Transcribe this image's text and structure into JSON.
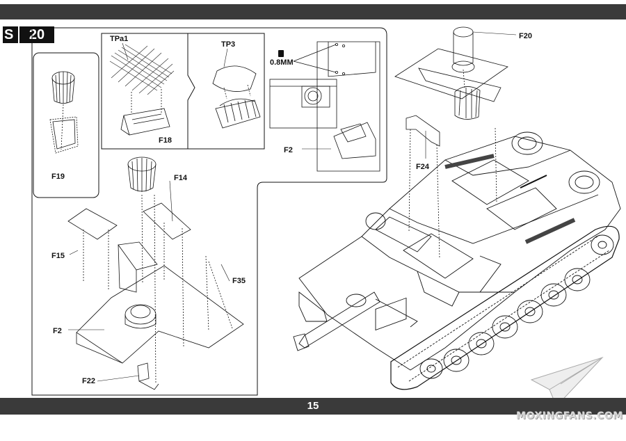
{
  "page": {
    "number": "15"
  },
  "step": {
    "number": "20",
    "previous_fragment": "S"
  },
  "sub_assemblies": {
    "cage_box": {
      "part": "F19"
    },
    "photo_etch_box": {
      "pe_left": "TPa1",
      "pe_right": "TP3",
      "part": "F18"
    },
    "drill_box": {
      "drill_size": "0.8MM",
      "part": "F2"
    }
  },
  "callouts": {
    "F14": "F14",
    "F15": "F15",
    "F35": "F35",
    "F2": "F2",
    "F22": "F22",
    "F24": "F24",
    "F20": "F20"
  },
  "watermark": {
    "text": "MOXINGFANS.COM"
  },
  "colors": {
    "bar": "#3a3a3a",
    "line": "#111111",
    "mesh": "#222222"
  }
}
